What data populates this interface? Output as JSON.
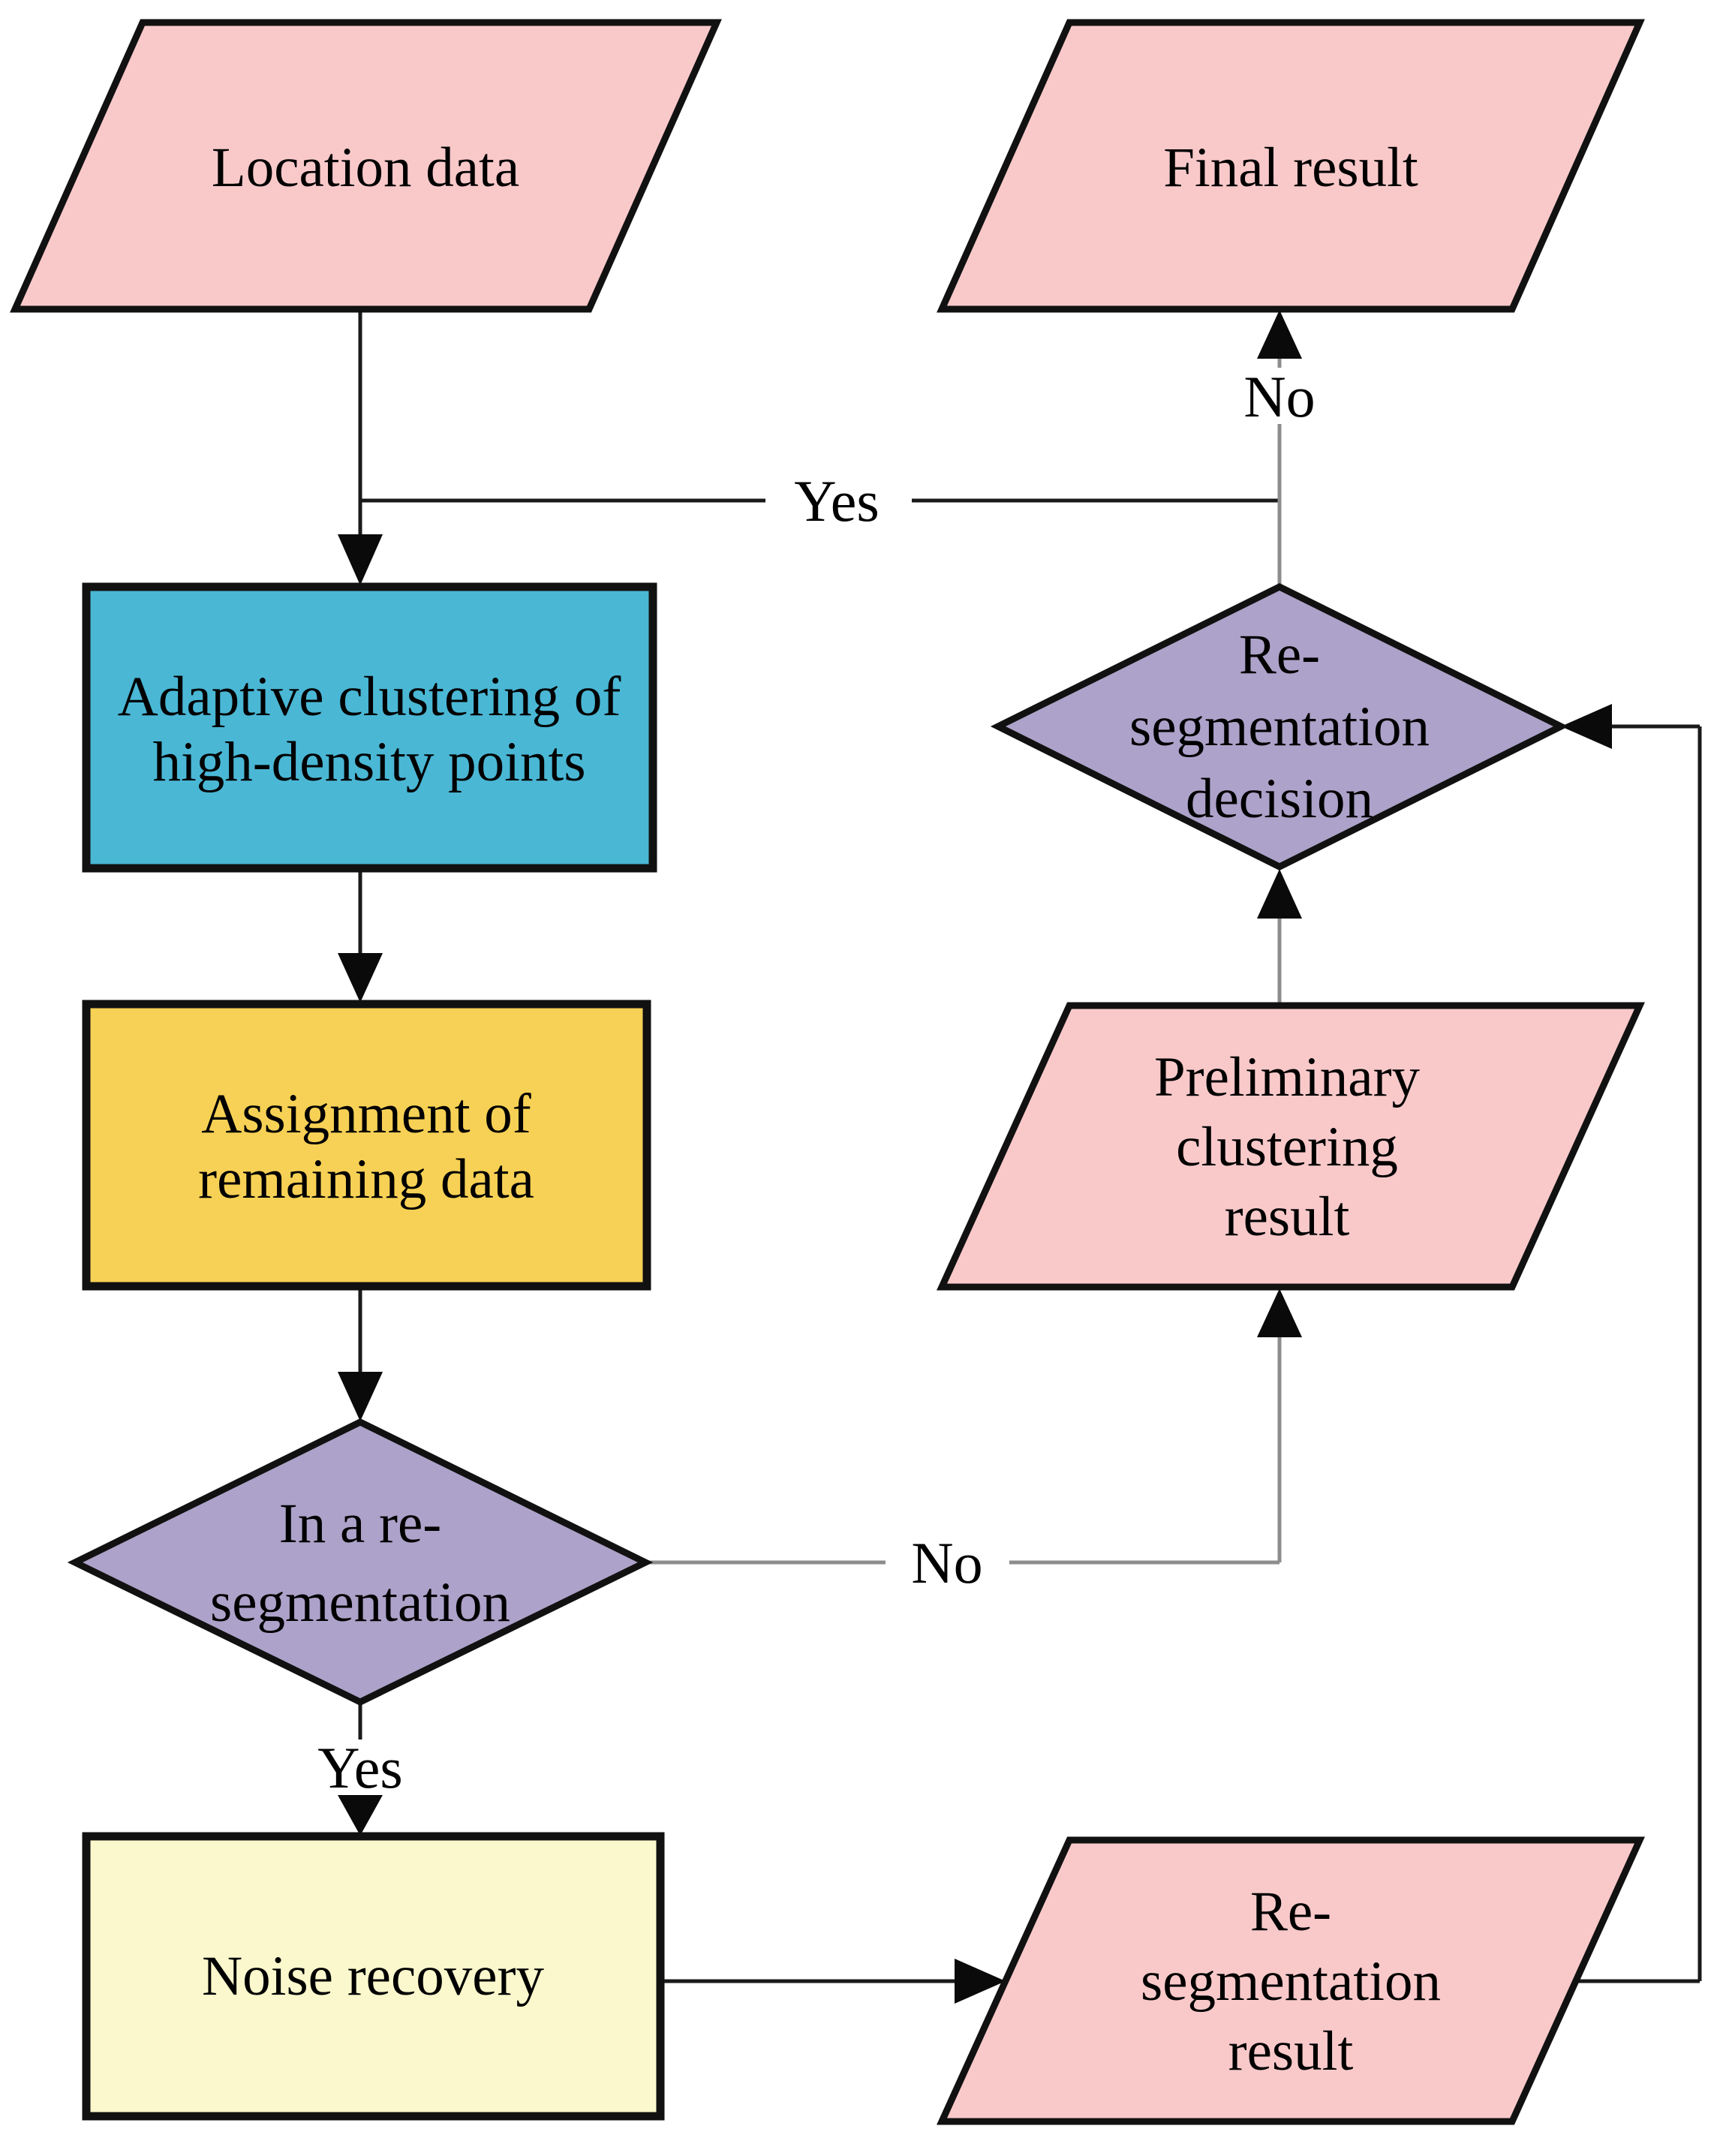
{
  "diagram": {
    "type": "flowchart",
    "nodes": {
      "location_data": {
        "shape": "parallelogram",
        "role": "input-output",
        "lines": [
          "Location data"
        ]
      },
      "final_result": {
        "shape": "parallelogram",
        "role": "input-output",
        "lines": [
          "Final result"
        ]
      },
      "adaptive_clustering": {
        "shape": "rectangle",
        "role": "process",
        "lines": [
          "Adaptive clustering of",
          "high-density points"
        ]
      },
      "assignment_remaining": {
        "shape": "rectangle",
        "role": "process",
        "lines": [
          "Assignment of",
          "remaining data"
        ]
      },
      "in_resegmentation": {
        "shape": "diamond",
        "role": "decision",
        "lines": [
          "In a re-",
          "segmentation"
        ]
      },
      "noise_recovery": {
        "shape": "rectangle",
        "role": "process",
        "lines": [
          "Noise recovery"
        ]
      },
      "preliminary_clustering_result": {
        "shape": "parallelogram",
        "role": "input-output",
        "lines": [
          "Preliminary",
          "clustering",
          "result"
        ]
      },
      "resegmentation_decision": {
        "shape": "diamond",
        "role": "decision",
        "lines": [
          "Re-",
          "segmentation",
          "decision"
        ]
      },
      "resegmentation_result": {
        "shape": "parallelogram",
        "role": "input-output",
        "lines": [
          "Re-",
          "segmentation",
          "result"
        ]
      }
    },
    "edge_labels": {
      "yes_restart": "Yes",
      "no_to_final": "No",
      "yes_to_noise": "Yes",
      "no_to_preliminary": "No"
    },
    "colors": {
      "io_pink": "#F9C9CA",
      "process_blue": "#4AB7D5",
      "process_gold": "#F7D155",
      "process_pale_yellow": "#FAF8CC",
      "decision_purple": "#ADA2C9",
      "line_black": "#1a1a1a",
      "line_gray": "#8d8d8d"
    }
  }
}
